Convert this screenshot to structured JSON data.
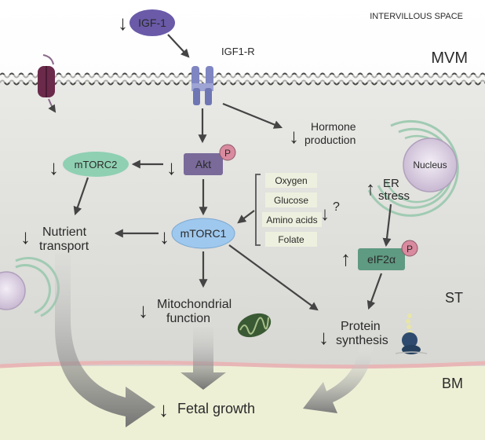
{
  "regions": {
    "intervillous_space": "INTERVILLOUS SPACE",
    "mvm": "MVM",
    "st": "ST",
    "bm": "BM"
  },
  "nodes": {
    "igf1": "IGF-1",
    "igf1r": "IGF1-R",
    "hormone_line1": "Hormone",
    "hormone_line2": "production",
    "akt": "Akt",
    "phospho": "P",
    "mtorc2": "mTORC2",
    "mtorc1": "mTORC1",
    "nucleus": "Nucleus",
    "er_line1": "ER",
    "er_line2": "stress",
    "eif2a": "eIF2α",
    "nutrient_line1": "Nutrient",
    "nutrient_line2": "transport",
    "mito_line1": "Mitochondrial",
    "mito_line2": "function",
    "protein_line1": "Protein",
    "protein_line2": "synthesis",
    "fetal_growth": "Fetal growth",
    "question": "?",
    "down_arrow": "↓",
    "up_arrow": "↑"
  },
  "nutrients": [
    "Oxygen",
    "Glucose",
    "Amino acids",
    "Folate"
  ],
  "colors": {
    "igf1": "#6a5aa8",
    "receptor": "#7f86c2",
    "akt": "#7a6a9a",
    "phospho": "#d98a9e",
    "mtorc2": "#8fd0b2",
    "mtorc1": "#9fc8ee",
    "eif2a": "#5f9a82",
    "channel": "#6b2a4a",
    "membrane_line": "#4a4a4a",
    "bm_pink": "#e8b6b6",
    "bm_fill": "#eef0d6",
    "nutrient_box": "#eef0df",
    "arrow": "#444444"
  }
}
